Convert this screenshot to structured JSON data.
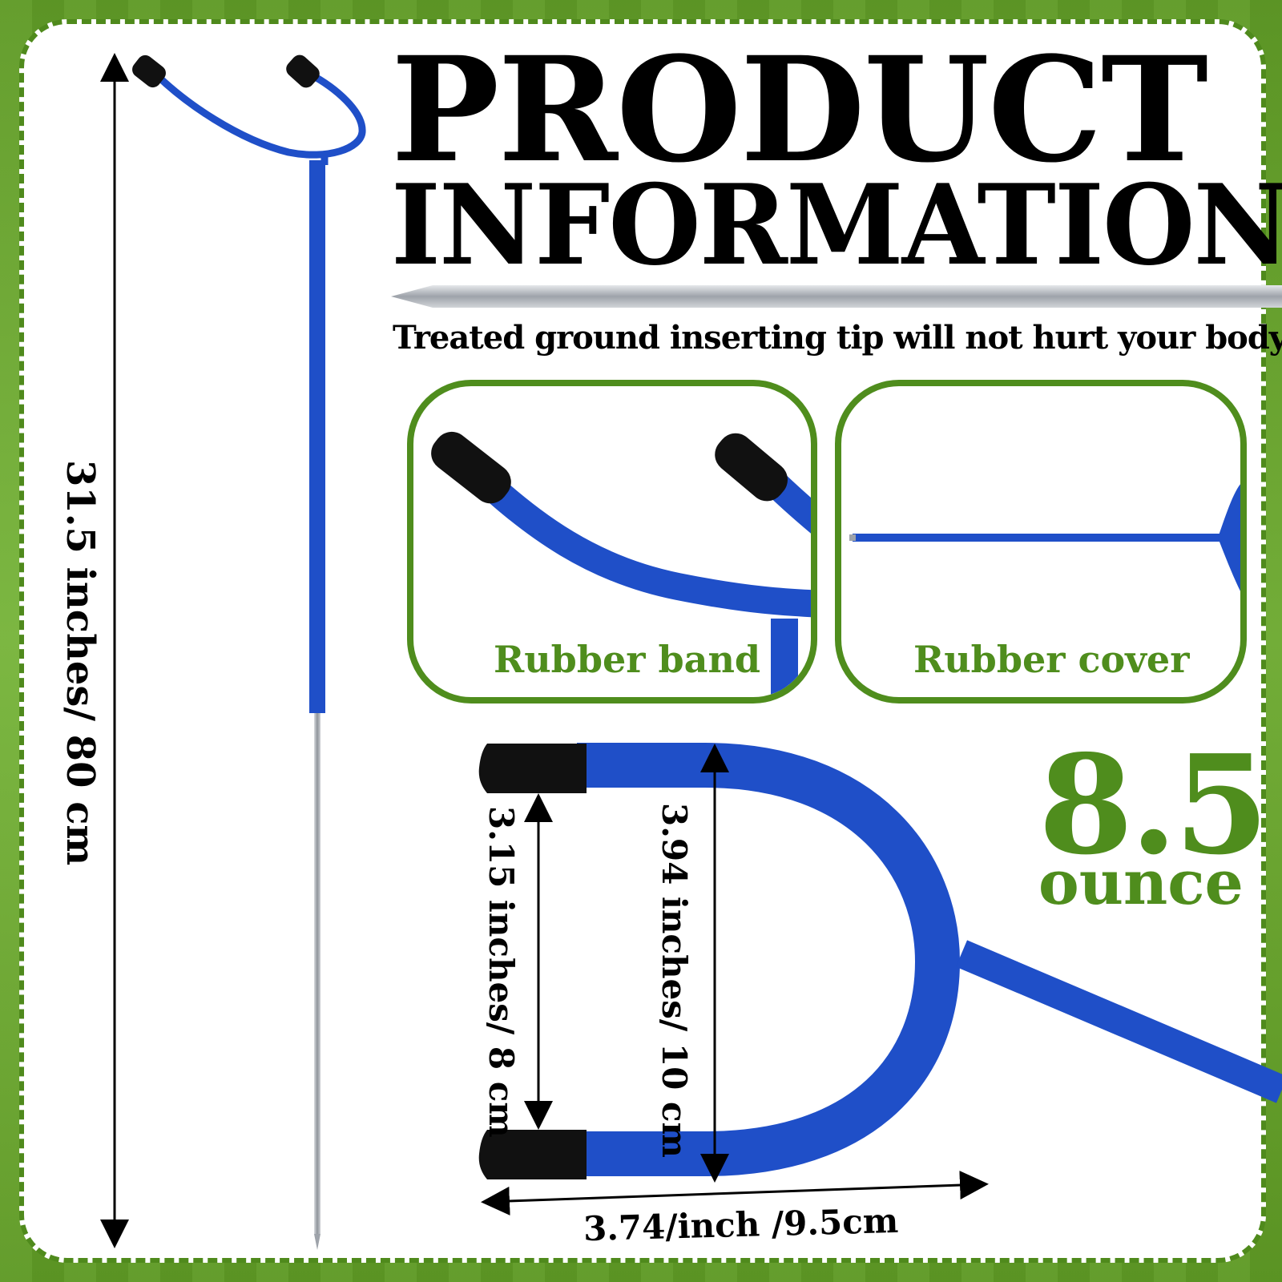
{
  "title": {
    "line1": "PRODUCT",
    "line2": "INFORMATION"
  },
  "tagline": "Treated ground inserting tip will not hurt your body",
  "features": [
    {
      "label": "Rubber band"
    },
    {
      "label": "Rubber cover"
    }
  ],
  "weight": {
    "value": "8.5",
    "unit": "ounce"
  },
  "dimensions": {
    "total_height": "31.5 inches/ 80 cm",
    "inner_height": "3.15 inches/ 8 cm",
    "outer_height": "3.94 inches/ 10 cm",
    "width": "3.74/inch /9.5cm"
  },
  "colors": {
    "stake_blue": "#1f4fc8",
    "accent_green": "#4f8d1d",
    "cap_black": "#111111",
    "tip_silver": "#b8bcc2"
  }
}
